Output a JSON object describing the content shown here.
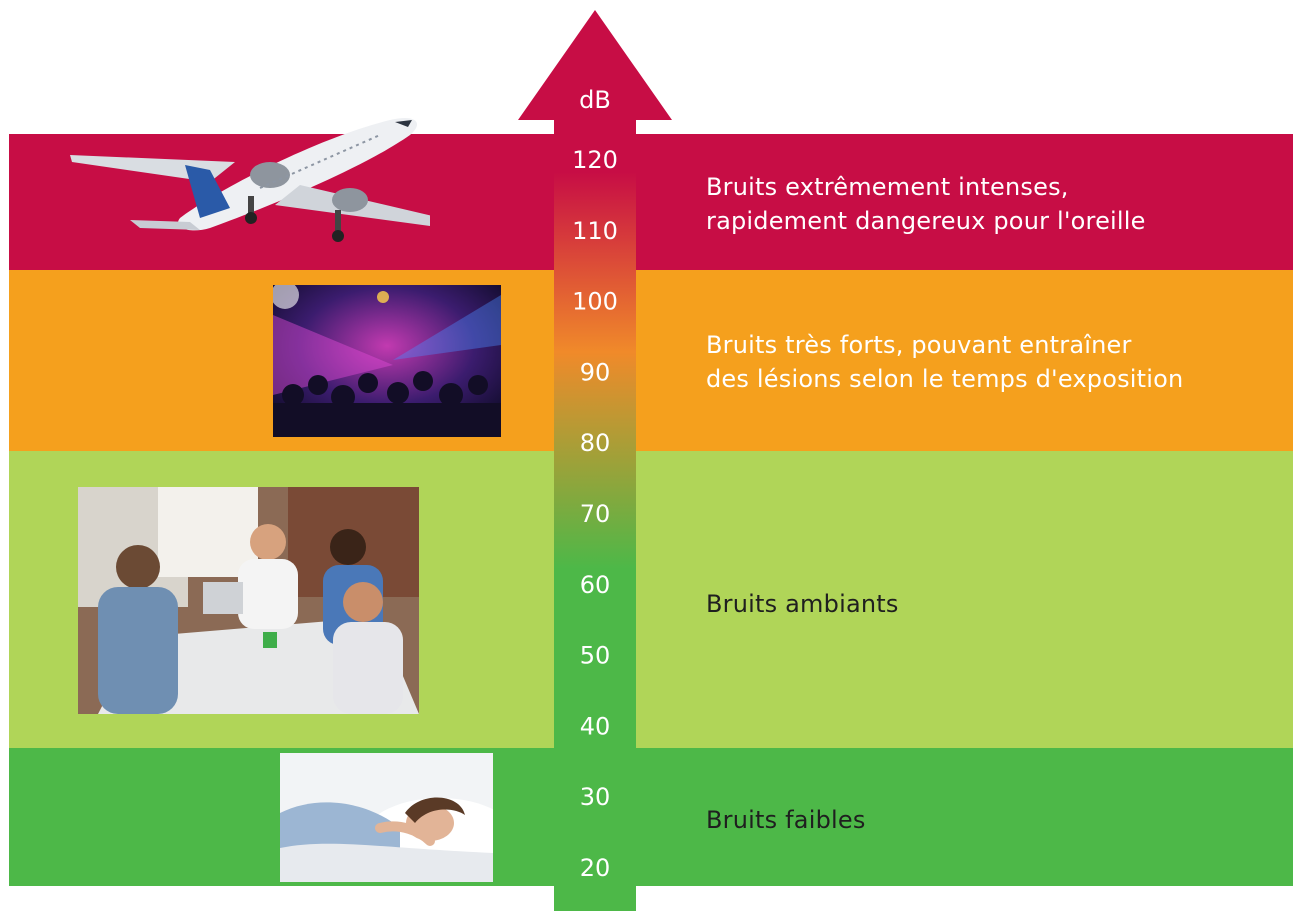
{
  "colors": {
    "extreme": "#c70d45",
    "very_loud": "#f5a01d",
    "ambient": "#b0d558",
    "low": "#4db848",
    "arrow_top": "#c70d45",
    "arrow_mid": "#f08a2a",
    "arrow_bottom": "#4db848",
    "text_light": "#ffffff",
    "text_dark": "#1f1f1f"
  },
  "scale": {
    "unit": "dB",
    "ticks": [
      "120",
      "110",
      "100",
      "90",
      "80",
      "70",
      "60",
      "50",
      "40",
      "30",
      "20"
    ]
  },
  "categories": [
    {
      "id": "extreme",
      "line1": "Bruits extrêmement intenses,",
      "line2": "rapidement dangereux pour l'oreille",
      "range_db": [
        105,
        125
      ],
      "image": "airplane-photo"
    },
    {
      "id": "very_loud",
      "line1": "Bruits très forts, pouvant entraîner",
      "line2": "des lésions selon le temps d'exposition",
      "range_db": [
        80,
        105
      ],
      "image": "nightclub-photo"
    },
    {
      "id": "ambient",
      "line1": "Bruits ambiants",
      "line2": "",
      "range_db": [
        35,
        80
      ],
      "image": "meeting-photo"
    },
    {
      "id": "low",
      "line1": "Bruits faibles",
      "line2": "",
      "range_db": [
        15,
        35
      ],
      "image": "sleeping-person-photo"
    }
  ]
}
